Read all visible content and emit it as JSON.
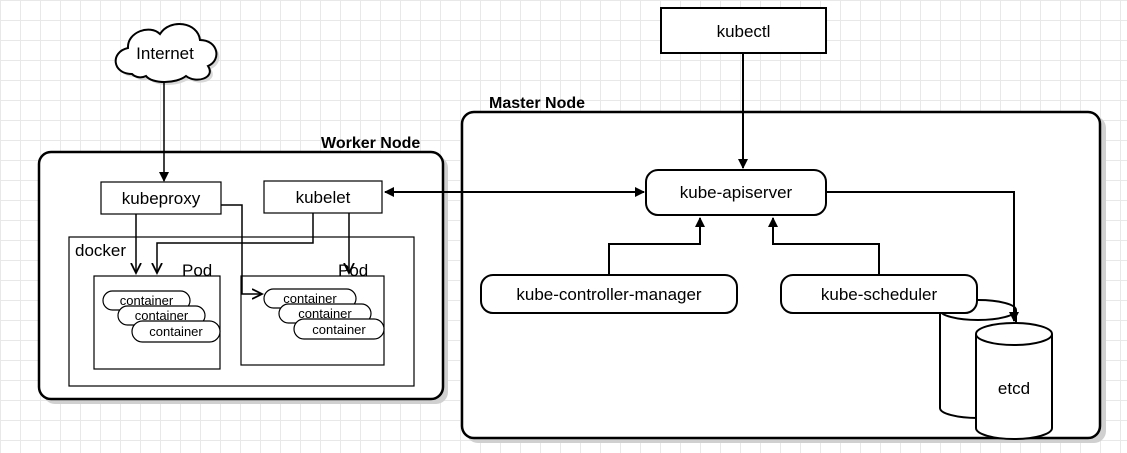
{
  "internet": {
    "label": "Internet"
  },
  "kubectl": {
    "label": "kubectl"
  },
  "master": {
    "title": "Master Node",
    "apiserver": "kube-apiserver",
    "controller_manager": "kube-controller-manager",
    "scheduler": "kube-scheduler",
    "etcd": "etcd"
  },
  "worker": {
    "title": "Worker Node",
    "kubeproxy": "kubeproxy",
    "kubelet": "kubelet",
    "docker": "docker",
    "pods": [
      {
        "label": "Pod",
        "containers": [
          "container",
          "container",
          "container"
        ]
      },
      {
        "label": "Pod",
        "containers": [
          "container",
          "container",
          "container"
        ]
      }
    ]
  },
  "colors": {
    "stroke": "#000000",
    "fill": "#ffffff",
    "grid": "#e8e8e8",
    "cloud_shade": "#dcdcdc"
  }
}
